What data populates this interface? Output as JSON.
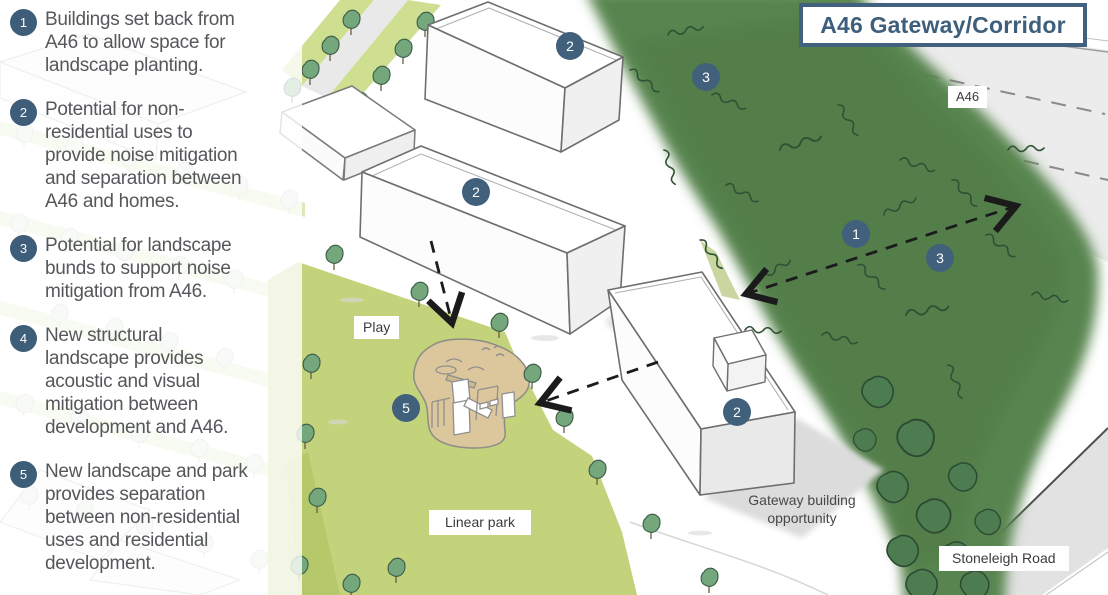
{
  "title": "A46 Gateway/Corridor",
  "colors": {
    "accent_blue": "#40607b",
    "title_blue": "#3e5f7c",
    "bund_green": "#59854f",
    "park_green": "#c2d37c",
    "sand": "#dcc69b"
  },
  "legend": {
    "items": [
      {
        "number": "1",
        "lines": [
          "Buildings set back from",
          "A46 to allow space for",
          "landscape planting."
        ]
      },
      {
        "number": "2",
        "lines": [
          "Potential for non-",
          "residential uses to",
          "provide noise mitigation",
          "and separation between",
          "A46 and homes."
        ]
      },
      {
        "number": "3",
        "lines": [
          "Potential for landscape",
          "bunds to support noise",
          "mitigation from A46."
        ]
      },
      {
        "number": "4",
        "lines": [
          "New structural",
          "landscape provides",
          "acoustic and visual",
          "mitigation between",
          "development and A46."
        ]
      },
      {
        "number": "5",
        "lines": [
          "New landscape and park",
          "provides separation",
          "between non-residential",
          "uses and residential",
          "development."
        ]
      }
    ]
  },
  "map": {
    "road_labels": {
      "a46": "A46",
      "stoneleigh": "Stoneleigh Road"
    },
    "area_labels": {
      "play": "Play",
      "linear_park": "Linear park",
      "gateway_opportunity": "Gateway building opportunity"
    },
    "markers": [
      {
        "number": "2"
      },
      {
        "number": "3"
      },
      {
        "number": "2"
      },
      {
        "number": "1"
      },
      {
        "number": "3"
      },
      {
        "number": "2"
      },
      {
        "number": "5"
      }
    ]
  }
}
